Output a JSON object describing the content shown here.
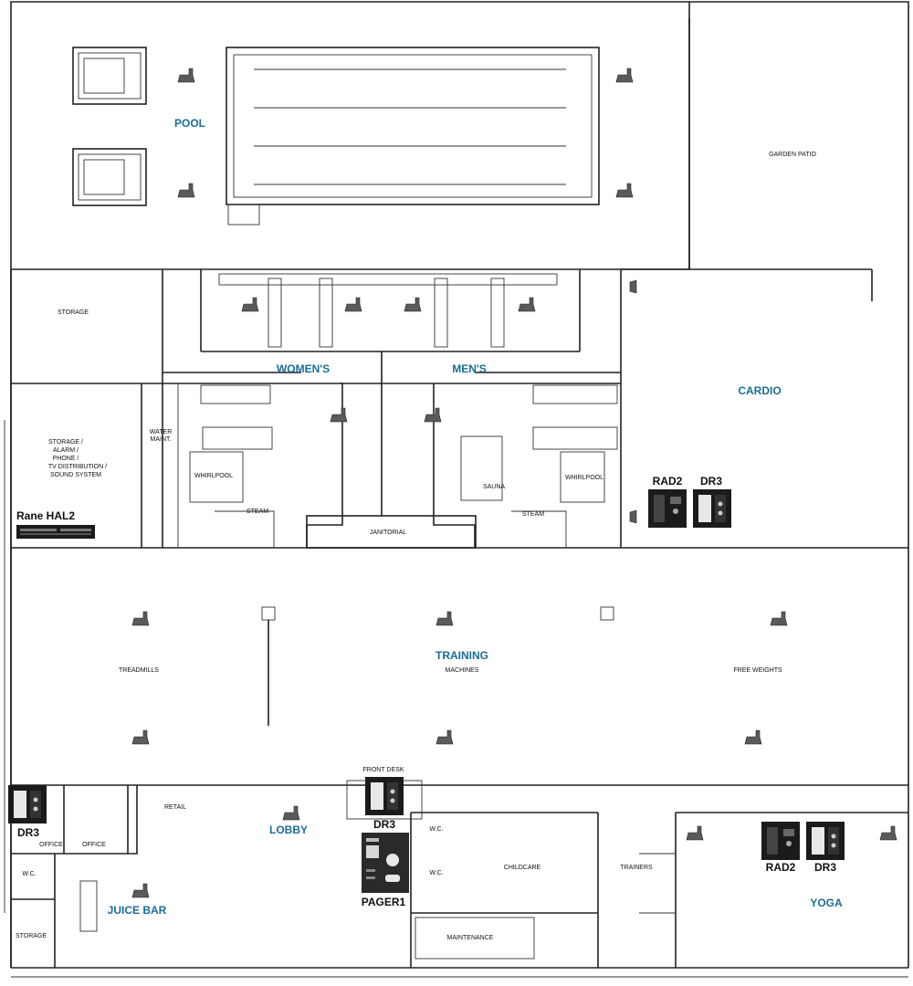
{
  "zones": {
    "pool": "POOL",
    "womens": "WOMEN'S",
    "mens": "MEN'S",
    "cardio": "CARDIO",
    "training": "TRAINING",
    "lobby": "LOBBY",
    "juice_bar": "JUICE BAR",
    "yoga": "YOGA"
  },
  "rooms": {
    "garden_patio": "GARDEN PATIO",
    "storage_top": "STORAGE",
    "storage_systems": [
      "STORAGE /",
      "ALARM /",
      "PHONE /",
      "TV DISTRIBUTION /",
      "SOUND SYSTEM"
    ],
    "water_maint": [
      "WATER",
      "MAINT."
    ],
    "whirlpool_left": "WHIRLPOOL",
    "whirlpool_right": "WHIRLPOOL",
    "steam_left": "STEAM",
    "steam_right": "STEAM",
    "sauna": "SAUNA",
    "janitorial": "JANITORIAL",
    "treadmills": "TREADMILLS",
    "machines": "MACHINES",
    "free_weights": "FREE WEIGHTS",
    "retail": "RETAIL",
    "office_1": "OFFICE",
    "office_2": "OFFICE",
    "wc_left": "W.C.",
    "storage_bottom": "STORAGE",
    "front_desk": "FRONT DESK",
    "wc_1": "W.C.",
    "wc_2": "W.C.",
    "childcare": "CHILDCARE",
    "trainers": "TRAINERS",
    "maintenance": "MAINTENANCE"
  },
  "devices": {
    "rane_hal2": "Rane HAL2",
    "rad2_cardio": "RAD2",
    "dr3_cardio": "DR3",
    "dr3_office": "DR3",
    "dr3_front_desk": "DR3",
    "pager1": "PAGER1",
    "rad2_yoga": "RAD2",
    "dr3_yoga": "DR3"
  },
  "icons": {
    "speaker": "speaker-icon",
    "wall_controller": "wall-controller-icon",
    "pager": "paging-station-icon",
    "processor": "rack-processor-icon"
  },
  "colors": {
    "zone_label": "#1a6d96",
    "walls": "#222222",
    "device_body": "#1b1b1b",
    "speaker": "#5a5a5a"
  }
}
